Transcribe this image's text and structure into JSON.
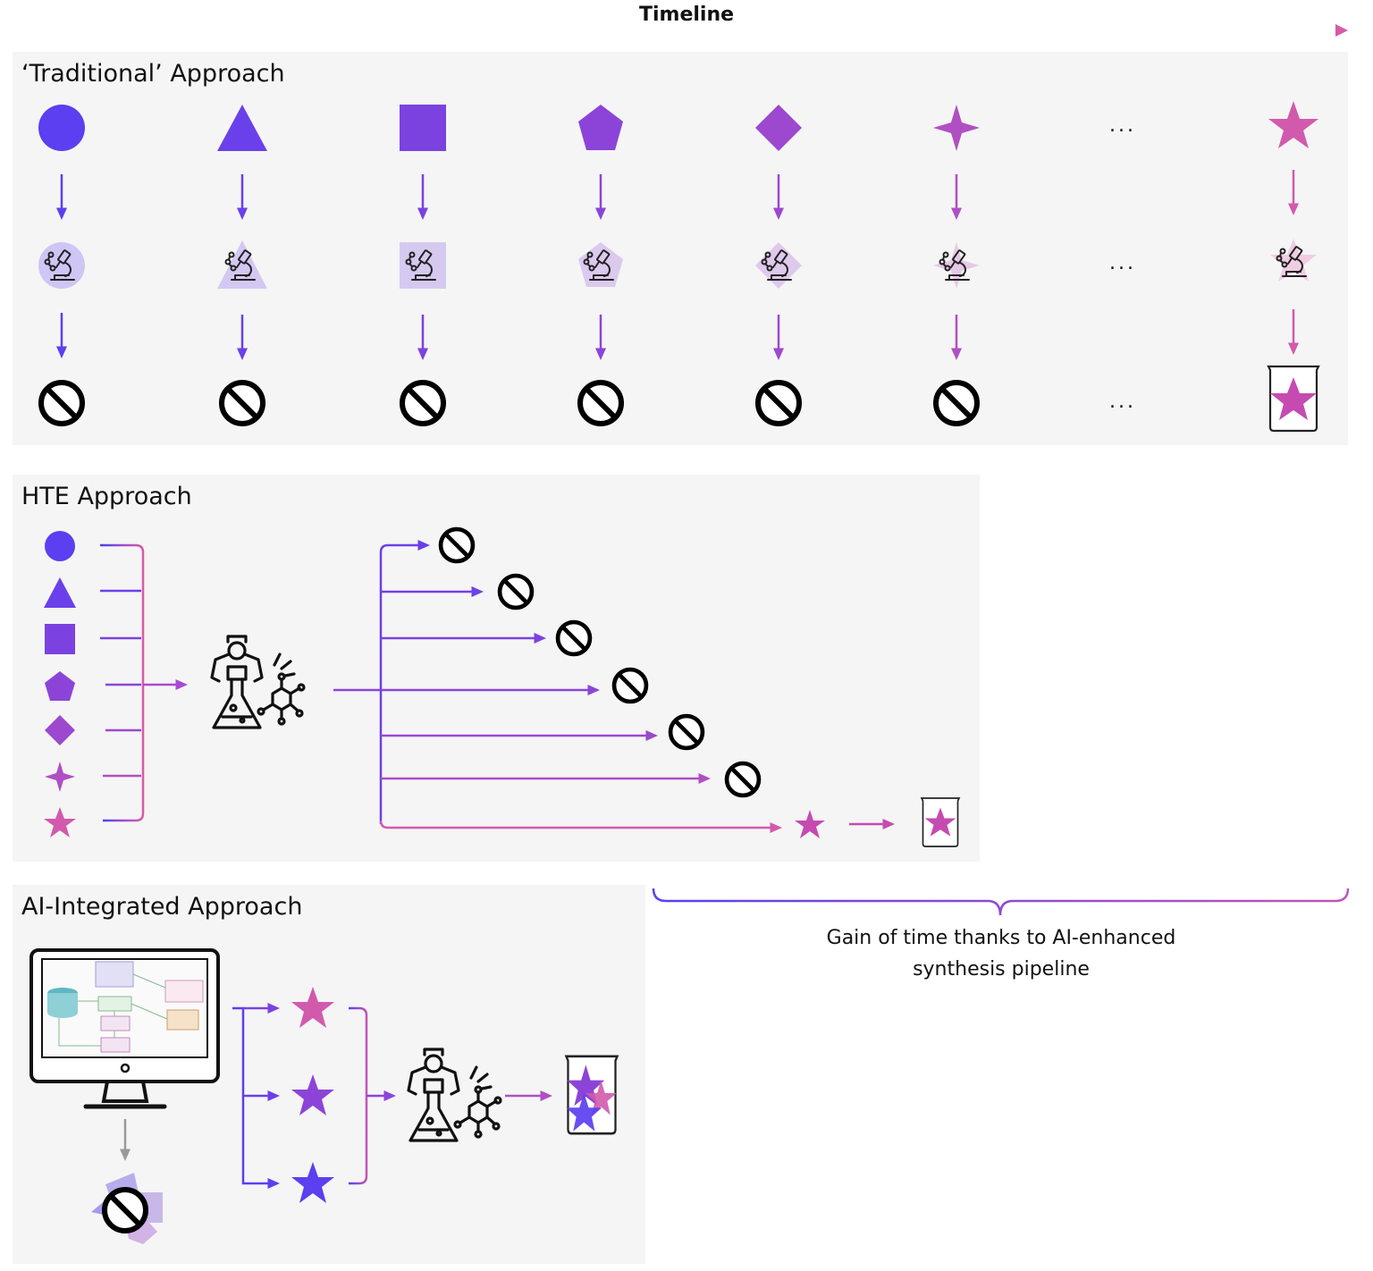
{
  "timeline": {
    "label": "Timeline"
  },
  "sections": {
    "traditional": {
      "title": "‘Traditional’ Approach"
    },
    "hte": {
      "title": "HTE Approach"
    },
    "ai": {
      "title": "AI-Integrated Approach"
    }
  },
  "ellipsis": "...",
  "gain": {
    "line1": "Gain of time thanks to AI-enhanced",
    "line2": "synthesis pipeline"
  },
  "colors": {
    "start": "#5b3ff0",
    "mid": "#8a45d9",
    "end": "#d55aa8",
    "panel": "#f5f5f5"
  },
  "icons": [
    "circle-icon",
    "triangle-icon",
    "square-icon",
    "pentagon-icon",
    "diamond-icon",
    "four-point-star-icon",
    "star-icon",
    "microscope-icon",
    "no-entry-icon",
    "beaker-icon",
    "robot-arm-flask-icon",
    "computer-monitor-icon"
  ]
}
